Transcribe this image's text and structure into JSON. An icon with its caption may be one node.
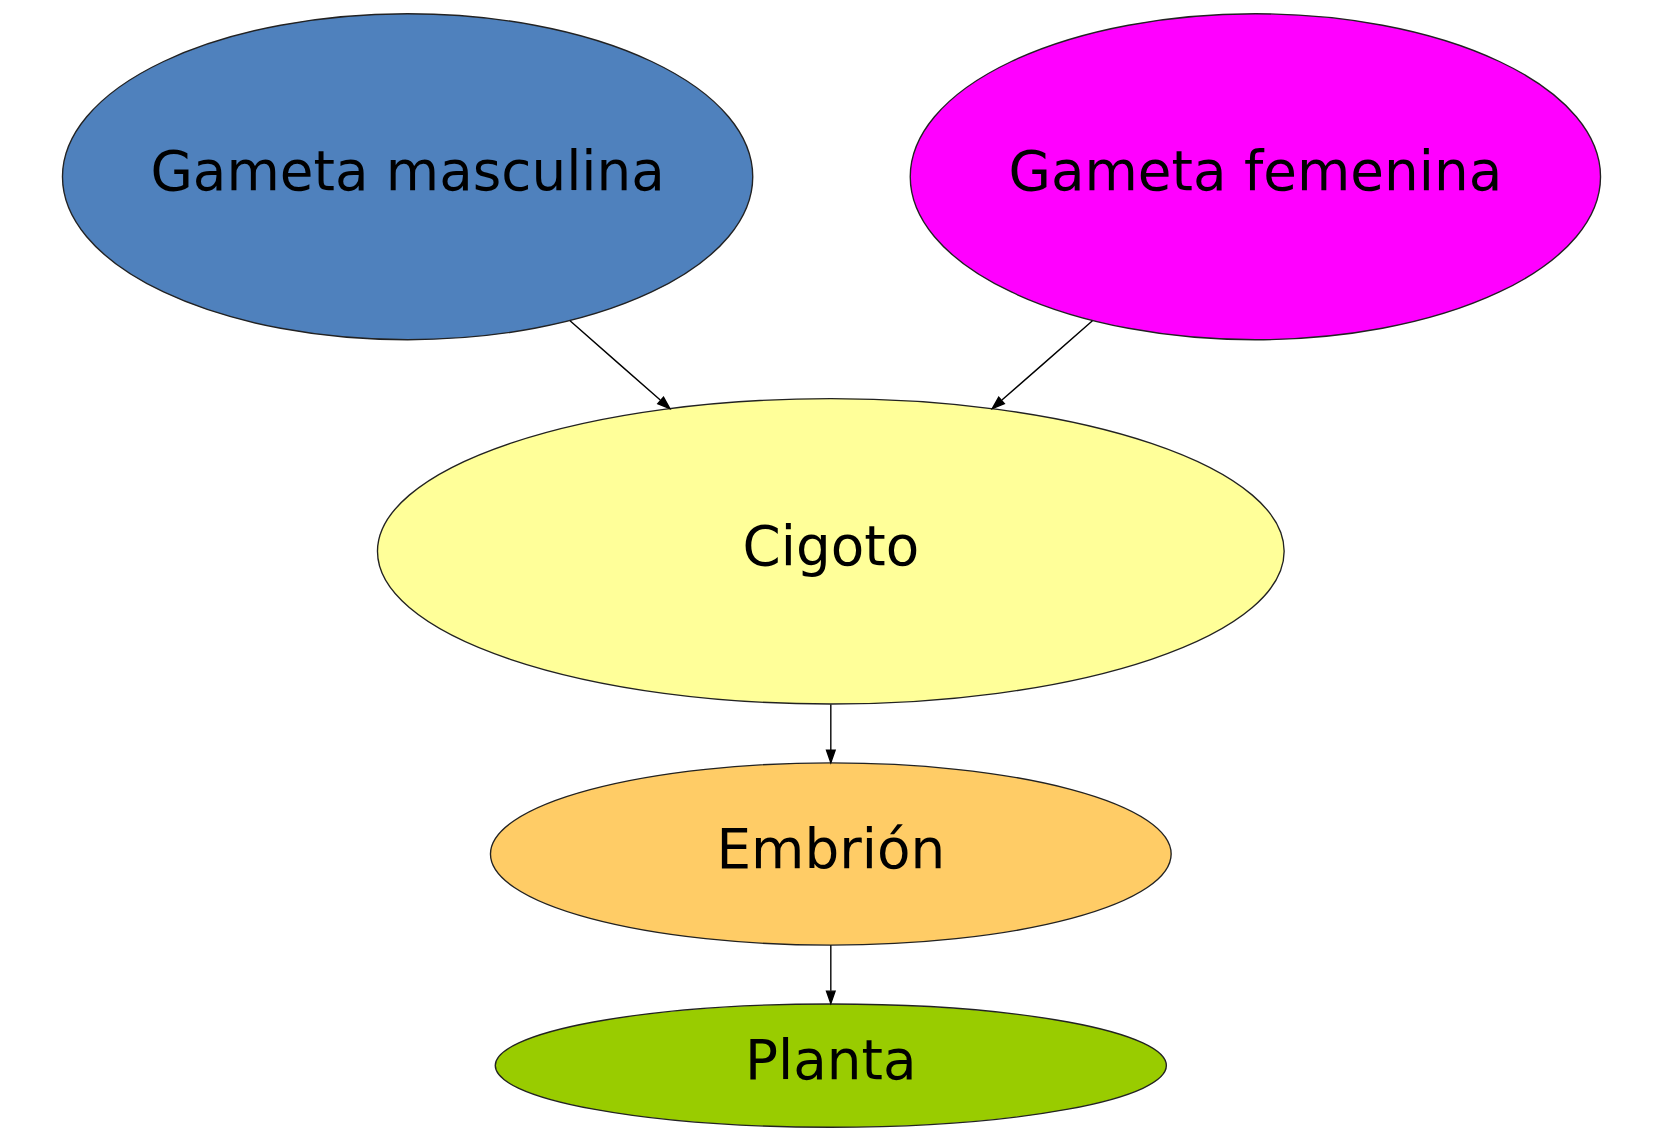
{
  "diagram": {
    "nodes": [
      {
        "text": [
          "Gameta masculina"
        ]
      },
      {
        "text": [
          "Gameta femenina"
        ]
      },
      {
        "text": [
          "Cigoto"
        ]
      },
      {
        "text": [
          "Embrión"
        ]
      },
      {
        "text": [
          "Planta"
        ]
      }
    ],
    "edges": [
      {
        "from": 0,
        "to": 2,
        "arrow": "to"
      },
      {
        "from": 1,
        "to": 2,
        "arrow": "to"
      },
      {
        "from": 2,
        "to": 3,
        "arrow": "to"
      },
      {
        "from": 3,
        "to": 4,
        "arrow": "to"
      }
    ]
  }
}
